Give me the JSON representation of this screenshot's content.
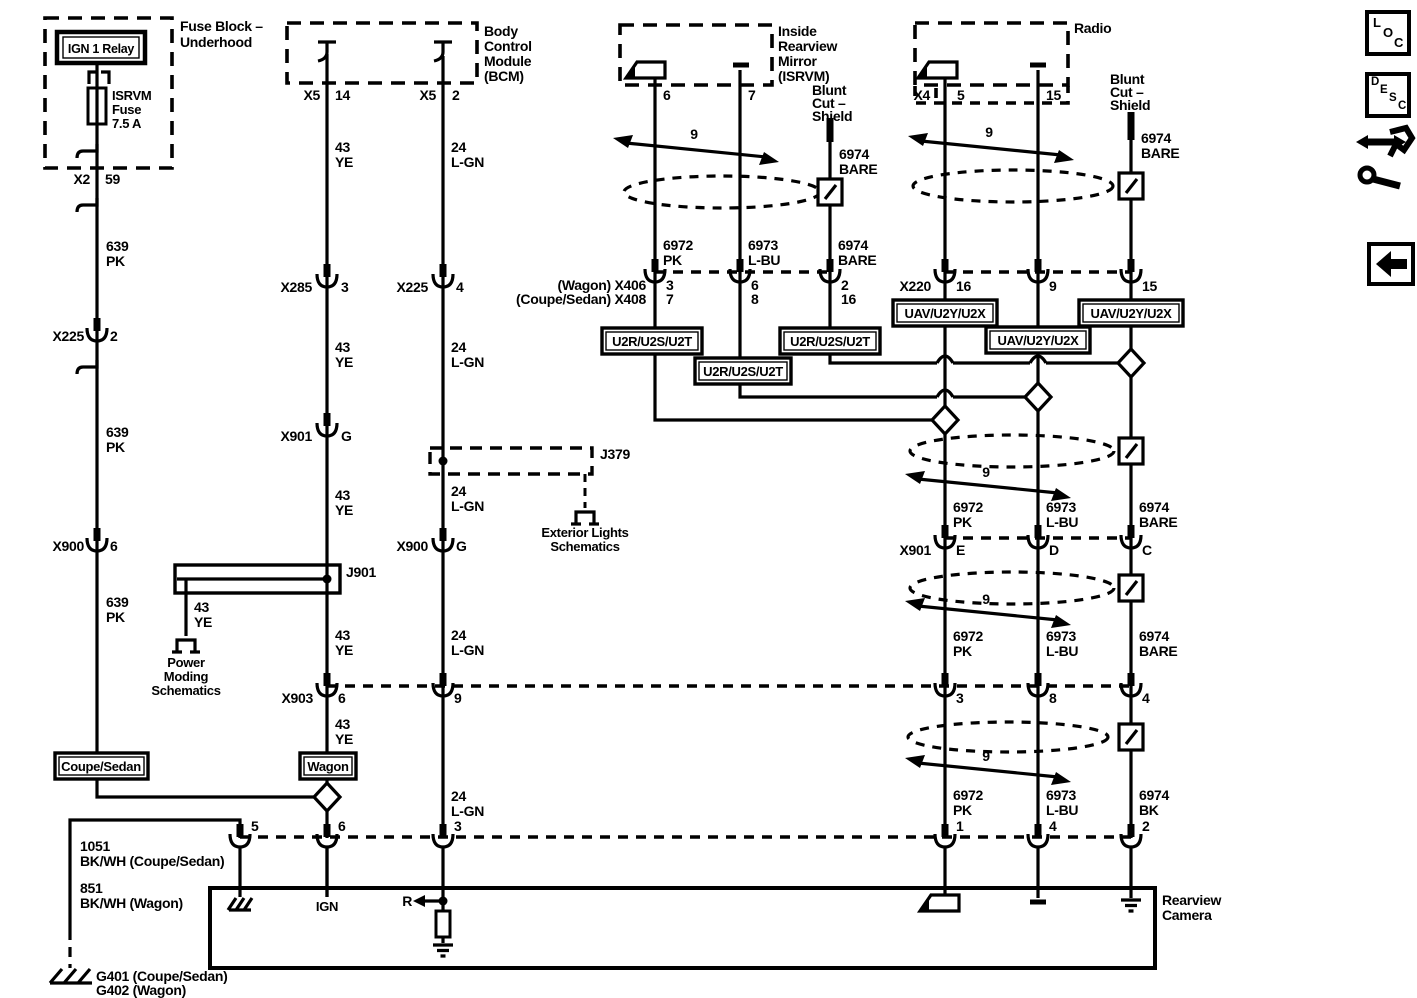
{
  "sidebar": {
    "loc": [
      "L",
      "O",
      "C"
    ],
    "desc": [
      "D",
      "E",
      "S",
      "C"
    ]
  },
  "modules": {
    "fuse_block": {
      "title": [
        "Fuse Block –",
        "Underhood"
      ],
      "relay": "IGN 1 Relay",
      "fuse": [
        "ISRVM",
        "Fuse",
        "7.5 A"
      ]
    },
    "bcm": {
      "title": [
        "Body",
        "Control",
        "Module",
        "(BCM)"
      ]
    },
    "isrvm": {
      "title": [
        "Inside",
        "Rearview",
        "Mirror",
        "(ISRVM)"
      ],
      "pins": [
        "6",
        "7"
      ]
    },
    "radio": {
      "title": "Radio",
      "connector": "X4",
      "pins": [
        "5",
        "15"
      ]
    },
    "camera": {
      "title": [
        "Rearview",
        "Camera"
      ],
      "ign": "IGN",
      "r": "R"
    }
  },
  "blunt_cut": [
    "Blunt",
    "Cut –",
    "Shield"
  ],
  "twist_count": "9",
  "wires": {
    "w639": [
      "639",
      "PK"
    ],
    "w43": [
      "43",
      "YE"
    ],
    "w24": [
      "24",
      "L-GN"
    ],
    "w6972": [
      "6972",
      "PK"
    ],
    "w6973": [
      "6973",
      "L-BU"
    ],
    "w6974": [
      "6974",
      "BARE"
    ],
    "w6974bk": [
      "6974",
      "BK"
    ],
    "w1051": [
      "1051",
      "BK/WH (Coupe/Sedan)"
    ],
    "w851": [
      "851",
      "BK/WH (Wagon)"
    ]
  },
  "connectors": {
    "x2": [
      "X2",
      "59"
    ],
    "x225_2": [
      "X225",
      "2"
    ],
    "x900_6": [
      "X900",
      "6"
    ],
    "bcm1": [
      "X5",
      "14"
    ],
    "bcm2": [
      "X5",
      "2"
    ],
    "x285": [
      "X285",
      "3"
    ],
    "x225_4": [
      "X225",
      "4"
    ],
    "x901_g": [
      "X901",
      "G"
    ],
    "x900_g": [
      "X900",
      "G"
    ],
    "x406": {
      "row1": "(Wagon) X406",
      "row2": "(Coupe/Sedan) X408",
      "pins1": [
        "3",
        "6",
        "2"
      ],
      "pins2": [
        "7",
        "8",
        "16"
      ]
    },
    "x220": {
      "name": "X220",
      "pins": [
        "16",
        "9",
        "15"
      ]
    },
    "x901": {
      "name": "X901",
      "pins": [
        "E",
        "D",
        "C"
      ]
    },
    "x903": {
      "name": "X903",
      "pins": [
        "6",
        "9",
        "3",
        "8",
        "4"
      ]
    },
    "camera_row": {
      "pins": [
        "5",
        "6",
        "3",
        "1",
        "4",
        "2"
      ]
    }
  },
  "junctions": {
    "j901": "J901",
    "j379": "J379"
  },
  "links": {
    "power_moding": [
      "Power",
      "Moding",
      "Schematics"
    ],
    "exterior_lights": [
      "Exterior Lights",
      "Schematics"
    ]
  },
  "options": {
    "u2r": "U2R/U2S/U2T",
    "uav": "UAV/U2Y/U2X",
    "coupe": "Coupe/Sedan",
    "wagon": "Wagon"
  },
  "grounds": [
    "G401 (Coupe/Sedan)",
    "G402 (Wagon)"
  ]
}
